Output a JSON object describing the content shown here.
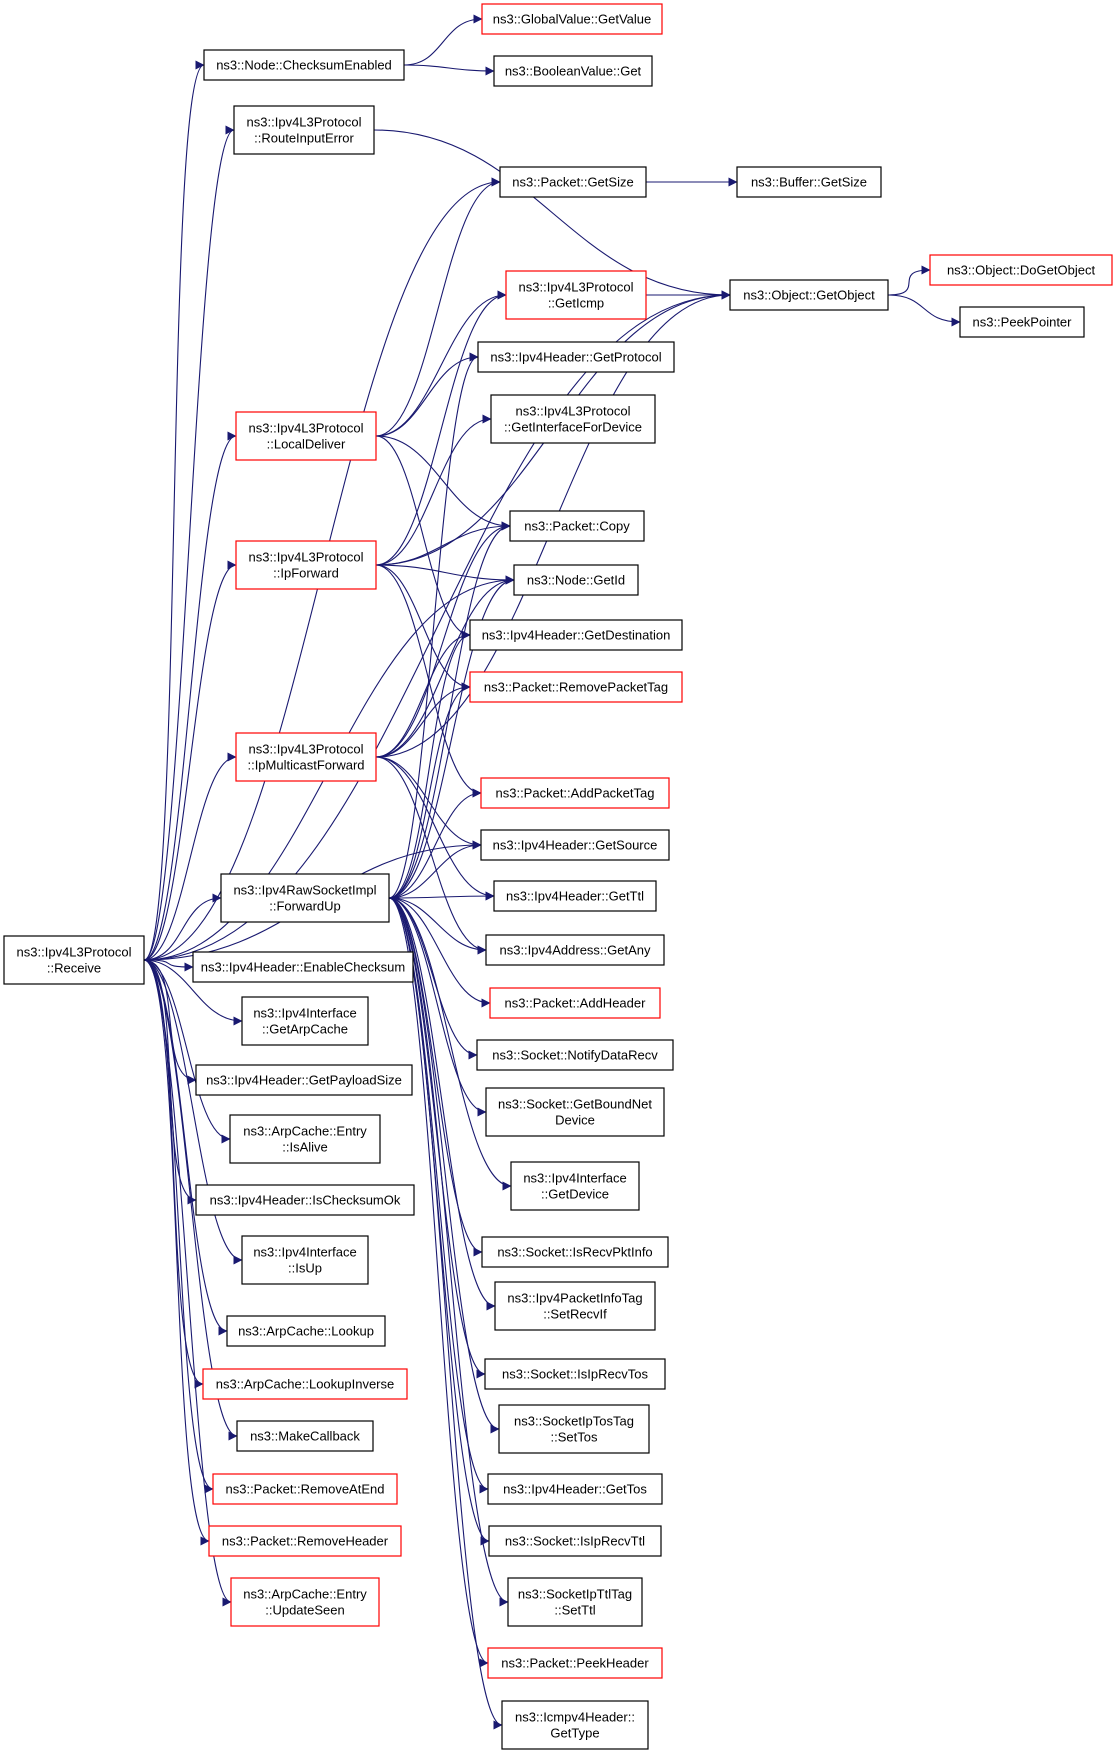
{
  "colors": {
    "edge": "#191970",
    "normal_border": "#000000",
    "truncated_border": "#ff0000",
    "root_fill": "#bfbfbf",
    "text": "#000000"
  },
  "nodes": [
    {
      "id": "receive",
      "lines": [
        "ns3::Ipv4L3Protocol",
        "::Receive"
      ],
      "style": "root"
    },
    {
      "id": "checksumEnabled",
      "lines": [
        "ns3::Node::ChecksumEnabled"
      ],
      "style": "normal"
    },
    {
      "id": "routeInputError",
      "lines": [
        "ns3::Ipv4L3Protocol",
        "::RouteInputError"
      ],
      "style": "normal"
    },
    {
      "id": "globalGetValue",
      "lines": [
        "ns3::GlobalValue::GetValue"
      ],
      "style": "truncated"
    },
    {
      "id": "booleanGet",
      "lines": [
        "ns3::BooleanValue::Get"
      ],
      "style": "normal"
    },
    {
      "id": "packetGetSize",
      "lines": [
        "ns3::Packet::GetSize"
      ],
      "style": "normal"
    },
    {
      "id": "bufferGetSize",
      "lines": [
        "ns3::Buffer::GetSize"
      ],
      "style": "normal"
    },
    {
      "id": "getIcmp",
      "lines": [
        "ns3::Ipv4L3Protocol",
        "::GetIcmp"
      ],
      "style": "truncated"
    },
    {
      "id": "objectGetObject",
      "lines": [
        "ns3::Object::GetObject"
      ],
      "style": "normal"
    },
    {
      "id": "doGetObject",
      "lines": [
        "ns3::Object::DoGetObject"
      ],
      "style": "truncated"
    },
    {
      "id": "peekPointer",
      "lines": [
        "ns3::PeekPointer"
      ],
      "style": "normal"
    },
    {
      "id": "getProtocol",
      "lines": [
        "ns3::Ipv4Header::GetProtocol"
      ],
      "style": "normal"
    },
    {
      "id": "getInterfaceForDevice",
      "lines": [
        "ns3::Ipv4L3Protocol",
        "::GetInterfaceForDevice"
      ],
      "style": "normal"
    },
    {
      "id": "localDeliver",
      "lines": [
        "ns3::Ipv4L3Protocol",
        "::LocalDeliver"
      ],
      "style": "truncated"
    },
    {
      "id": "packetCopy",
      "lines": [
        "ns3::Packet::Copy"
      ],
      "style": "normal"
    },
    {
      "id": "ipForward",
      "lines": [
        "ns3::Ipv4L3Protocol",
        "::IpForward"
      ],
      "style": "truncated"
    },
    {
      "id": "nodeGetId",
      "lines": [
        "ns3::Node::GetId"
      ],
      "style": "normal"
    },
    {
      "id": "getDestination",
      "lines": [
        "ns3::Ipv4Header::GetDestination"
      ],
      "style": "normal"
    },
    {
      "id": "removePacketTag",
      "lines": [
        "ns3::Packet::RemovePacketTag"
      ],
      "style": "truncated"
    },
    {
      "id": "ipMulticastForward",
      "lines": [
        "ns3::Ipv4L3Protocol",
        "::IpMulticastForward"
      ],
      "style": "truncated"
    },
    {
      "id": "addPacketTag",
      "lines": [
        "ns3::Packet::AddPacketTag"
      ],
      "style": "truncated"
    },
    {
      "id": "getSource",
      "lines": [
        "ns3::Ipv4Header::GetSource"
      ],
      "style": "normal"
    },
    {
      "id": "forwardUp",
      "lines": [
        "ns3::Ipv4RawSocketImpl",
        "::ForwardUp"
      ],
      "style": "normal"
    },
    {
      "id": "getTtl",
      "lines": [
        "ns3::Ipv4Header::GetTtl"
      ],
      "style": "normal"
    },
    {
      "id": "getAny",
      "lines": [
        "ns3::Ipv4Address::GetAny"
      ],
      "style": "normal"
    },
    {
      "id": "enableChecksum",
      "lines": [
        "ns3::Ipv4Header::EnableChecksum"
      ],
      "style": "normal"
    },
    {
      "id": "addHeader",
      "lines": [
        "ns3::Packet::AddHeader"
      ],
      "style": "truncated"
    },
    {
      "id": "getArpCache",
      "lines": [
        "ns3::Ipv4Interface",
        "::GetArpCache"
      ],
      "style": "normal"
    },
    {
      "id": "notifyDataRecv",
      "lines": [
        "ns3::Socket::NotifyDataRecv"
      ],
      "style": "normal"
    },
    {
      "id": "getPayloadSize",
      "lines": [
        "ns3::Ipv4Header::GetPayloadSize"
      ],
      "style": "normal"
    },
    {
      "id": "getBoundNetDevice",
      "lines": [
        "ns3::Socket::GetBoundNet",
        "Device"
      ],
      "style": "normal"
    },
    {
      "id": "isAlive",
      "lines": [
        "ns3::ArpCache::Entry",
        "::IsAlive"
      ],
      "style": "normal"
    },
    {
      "id": "ifGetDevice",
      "lines": [
        "ns3::Ipv4Interface",
        "::GetDevice"
      ],
      "style": "normal"
    },
    {
      "id": "isChecksumOk",
      "lines": [
        "ns3::Ipv4Header::IsChecksumOk"
      ],
      "style": "normal"
    },
    {
      "id": "isRecvPktInfo",
      "lines": [
        "ns3::Socket::IsRecvPktInfo"
      ],
      "style": "normal"
    },
    {
      "id": "isUp",
      "lines": [
        "ns3::Ipv4Interface",
        "::IsUp"
      ],
      "style": "normal"
    },
    {
      "id": "setRecvIf",
      "lines": [
        "ns3::Ipv4PacketInfoTag",
        "::SetRecvIf"
      ],
      "style": "normal"
    },
    {
      "id": "arpLookup",
      "lines": [
        "ns3::ArpCache::Lookup"
      ],
      "style": "normal"
    },
    {
      "id": "isIpRecvTos",
      "lines": [
        "ns3::Socket::IsIpRecvTos"
      ],
      "style": "normal"
    },
    {
      "id": "lookupInverse",
      "lines": [
        "ns3::ArpCache::LookupInverse"
      ],
      "style": "truncated"
    },
    {
      "id": "setTos",
      "lines": [
        "ns3::SocketIpTosTag",
        "::SetTos"
      ],
      "style": "normal"
    },
    {
      "id": "makeCallback",
      "lines": [
        "ns3::MakeCallback"
      ],
      "style": "normal"
    },
    {
      "id": "getTos",
      "lines": [
        "ns3::Ipv4Header::GetTos"
      ],
      "style": "normal"
    },
    {
      "id": "removeAtEnd",
      "lines": [
        "ns3::Packet::RemoveAtEnd"
      ],
      "style": "truncated"
    },
    {
      "id": "isIpRecvTtl",
      "lines": [
        "ns3::Socket::IsIpRecvTtl"
      ],
      "style": "normal"
    },
    {
      "id": "removeHeader",
      "lines": [
        "ns3::Packet::RemoveHeader"
      ],
      "style": "truncated"
    },
    {
      "id": "setTtl",
      "lines": [
        "ns3::SocketIpTtlTag",
        "::SetTtl"
      ],
      "style": "normal"
    },
    {
      "id": "updateSeen",
      "lines": [
        "ns3::ArpCache::Entry",
        "::UpdateSeen"
      ],
      "style": "truncated"
    },
    {
      "id": "peekHeader",
      "lines": [
        "ns3::Packet::PeekHeader"
      ],
      "style": "truncated"
    },
    {
      "id": "icmpGetType",
      "lines": [
        "ns3::Icmpv4Header::",
        "GetType"
      ],
      "style": "normal"
    }
  ],
  "edges": [
    [
      "receive",
      "checksumEnabled"
    ],
    [
      "receive",
      "routeInputError"
    ],
    [
      "receive",
      "packetGetSize"
    ],
    [
      "receive",
      "objectGetObject"
    ],
    [
      "receive",
      "localDeliver"
    ],
    [
      "receive",
      "ipForward"
    ],
    [
      "receive",
      "nodeGetId"
    ],
    [
      "receive",
      "ipMulticastForward"
    ],
    [
      "receive",
      "getSource"
    ],
    [
      "receive",
      "forwardUp"
    ],
    [
      "receive",
      "enableChecksum"
    ],
    [
      "receive",
      "getArpCache"
    ],
    [
      "receive",
      "getPayloadSize"
    ],
    [
      "receive",
      "isAlive"
    ],
    [
      "receive",
      "isChecksumOk"
    ],
    [
      "receive",
      "isUp"
    ],
    [
      "receive",
      "arpLookup"
    ],
    [
      "receive",
      "lookupInverse"
    ],
    [
      "receive",
      "makeCallback"
    ],
    [
      "receive",
      "removeAtEnd"
    ],
    [
      "receive",
      "removeHeader"
    ],
    [
      "receive",
      "updateSeen"
    ],
    [
      "checksumEnabled",
      "globalGetValue"
    ],
    [
      "checksumEnabled",
      "booleanGet"
    ],
    [
      "routeInputError",
      "objectGetObject"
    ],
    [
      "packetGetSize",
      "bufferGetSize"
    ],
    [
      "getIcmp",
      "objectGetObject"
    ],
    [
      "objectGetObject",
      "doGetObject"
    ],
    [
      "objectGetObject",
      "peekPointer"
    ],
    [
      "localDeliver",
      "packetGetSize"
    ],
    [
      "localDeliver",
      "getProtocol"
    ],
    [
      "localDeliver",
      "packetCopy"
    ],
    [
      "localDeliver",
      "getDestination"
    ],
    [
      "localDeliver",
      "getIcmp"
    ],
    [
      "ipForward",
      "packetCopy"
    ],
    [
      "ipForward",
      "nodeGetId"
    ],
    [
      "ipForward",
      "removePacketTag"
    ],
    [
      "ipForward",
      "addPacketTag"
    ],
    [
      "ipForward",
      "getIcmp"
    ],
    [
      "ipForward",
      "getInterfaceForDevice"
    ],
    [
      "ipForward",
      "objectGetObject"
    ],
    [
      "ipMulticastForward",
      "packetCopy"
    ],
    [
      "ipMulticastForward",
      "nodeGetId"
    ],
    [
      "ipMulticastForward",
      "removePacketTag"
    ],
    [
      "ipMulticastForward",
      "getDestination"
    ],
    [
      "ipMulticastForward",
      "getSource"
    ],
    [
      "ipMulticastForward",
      "getTtl"
    ],
    [
      "ipMulticastForward",
      "getAny"
    ],
    [
      "ipMulticastForward",
      "objectGetObject"
    ],
    [
      "forwardUp",
      "getProtocol"
    ],
    [
      "forwardUp",
      "packetCopy"
    ],
    [
      "forwardUp",
      "nodeGetId"
    ],
    [
      "forwardUp",
      "getDestination"
    ],
    [
      "forwardUp",
      "removePacketTag"
    ],
    [
      "forwardUp",
      "addPacketTag"
    ],
    [
      "forwardUp",
      "getSource"
    ],
    [
      "forwardUp",
      "getTtl"
    ],
    [
      "forwardUp",
      "getAny"
    ],
    [
      "forwardUp",
      "addHeader"
    ],
    [
      "forwardUp",
      "notifyDataRecv"
    ],
    [
      "forwardUp",
      "getBoundNetDevice"
    ],
    [
      "forwardUp",
      "ifGetDevice"
    ],
    [
      "forwardUp",
      "isRecvPktInfo"
    ],
    [
      "forwardUp",
      "setRecvIf"
    ],
    [
      "forwardUp",
      "isIpRecvTos"
    ],
    [
      "forwardUp",
      "setTos"
    ],
    [
      "forwardUp",
      "getTos"
    ],
    [
      "forwardUp",
      "isIpRecvTtl"
    ],
    [
      "forwardUp",
      "setTtl"
    ],
    [
      "forwardUp",
      "peekHeader"
    ],
    [
      "forwardUp",
      "icmpGetType"
    ]
  ]
}
